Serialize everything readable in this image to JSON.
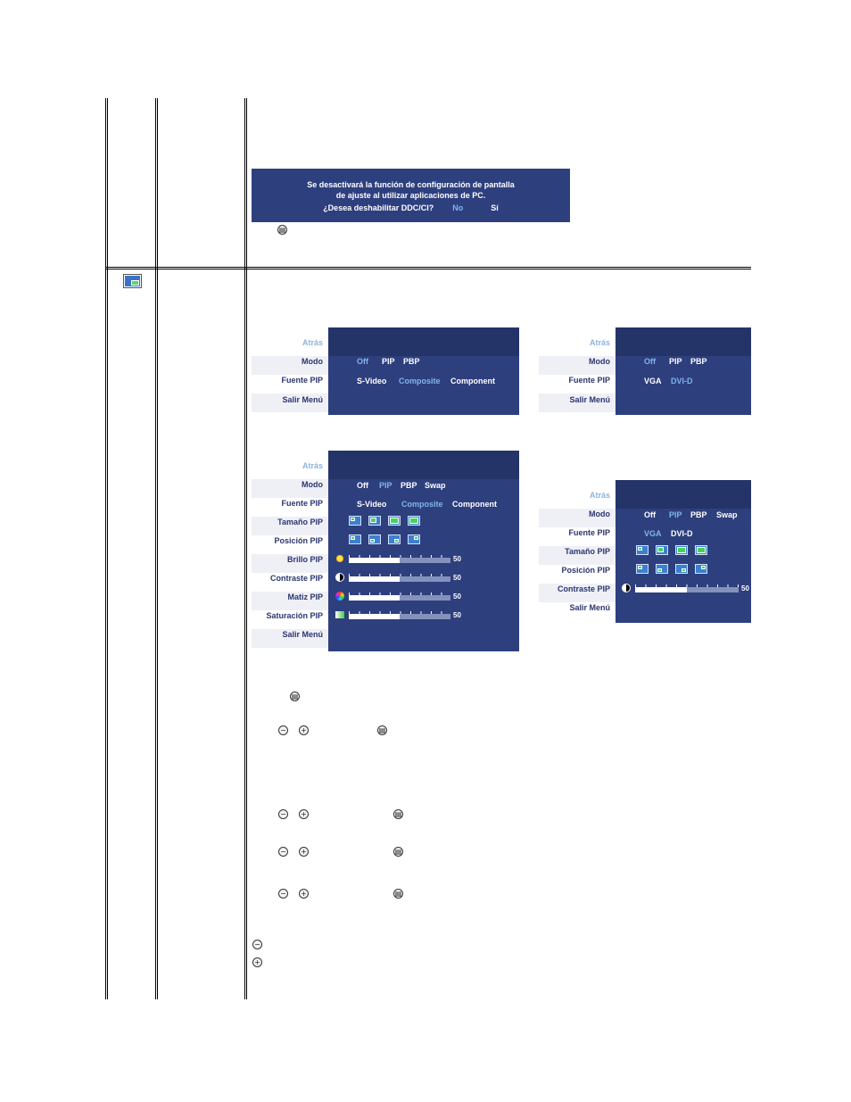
{
  "ddc_dialog": {
    "line1": "Se desactivará la función de configuración de pantalla",
    "line2": "de ajuste al utilizar aplicaciones de PC.",
    "question": "¿Desea deshabilitar DDC/CI?",
    "no": "No",
    "yes": "Sí"
  },
  "menu": {
    "back": "Atrás",
    "mode": "Modo",
    "source": "Fuente PIP",
    "size": "Tamaño PIP",
    "position": "Posición PIP",
    "brightness": "Brillo PIP",
    "contrast": "Contraste PIP",
    "hue": "Matiz PIP",
    "saturation": "Saturación PIP",
    "exit": "Salir Menú"
  },
  "options": {
    "off": "Off",
    "pip": "PIP",
    "pbp": "PBP",
    "swap": "Swap",
    "svideo": "S-Video",
    "composite": "Composite",
    "component": "Component",
    "vga": "VGA",
    "dvid": "DVI-D"
  },
  "sliders": {
    "brightness": 50,
    "contrast": 50,
    "hue": 50,
    "saturation": 50,
    "contrast_small": 50
  },
  "icons": {
    "menu_button": "menu-button-icon",
    "minus_button": "minus-button-icon",
    "plus_button": "plus-button-icon",
    "pip_section": "pip-icon"
  },
  "colors": {
    "osd_bg": "#2e3f7e",
    "osd_head": "#243468",
    "selected": "#7fb6ec"
  }
}
